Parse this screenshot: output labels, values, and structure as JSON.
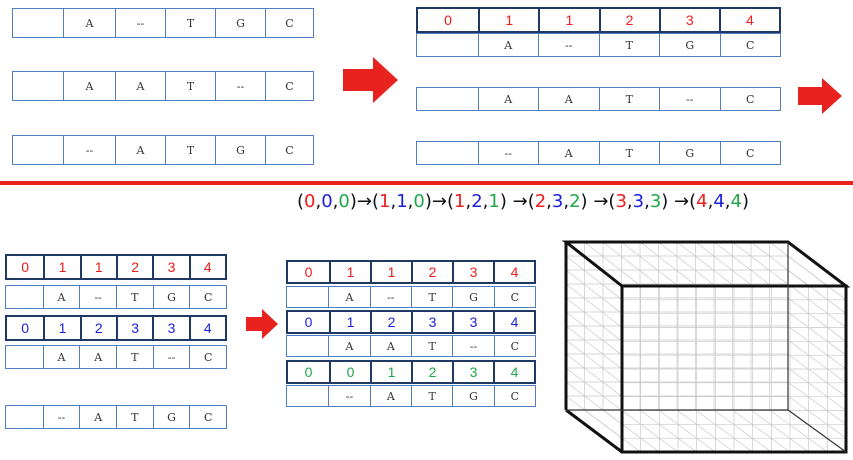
{
  "sequences": {
    "s1": [
      "",
      "A",
      "--",
      "T",
      "G",
      "C"
    ],
    "s2": [
      "",
      "A",
      "A",
      "T",
      "--",
      "C"
    ],
    "s3": [
      "",
      "--",
      "A",
      "T",
      "G",
      "C"
    ]
  },
  "index_rows": {
    "r1": [
      "0",
      "1",
      "1",
      "2",
      "3",
      "4"
    ],
    "r2": [
      "0",
      "1",
      "2",
      "3",
      "3",
      "4"
    ],
    "r3": [
      "0",
      "0",
      "1",
      "2",
      "3",
      "4"
    ]
  },
  "path": {
    "open": "(",
    "close": ")",
    "comma": ",",
    "arrow": "→",
    "tuples": [
      [
        "0",
        "0",
        "0"
      ],
      [
        "1",
        "1",
        "0"
      ],
      [
        "1",
        "2",
        "1"
      ],
      [
        "2",
        "3",
        "2"
      ],
      [
        "3",
        "3",
        "3"
      ],
      [
        "4",
        "4",
        "4"
      ]
    ]
  },
  "colors": {
    "index_row_1": "#ee1c1c",
    "index_row_2": "#1a1ee0",
    "index_row_3": "#1fa84a",
    "arrow": "#e8221f",
    "divider": "#e8221f",
    "cell_border": "#4f7fc0",
    "index_border": "#1f3864"
  }
}
